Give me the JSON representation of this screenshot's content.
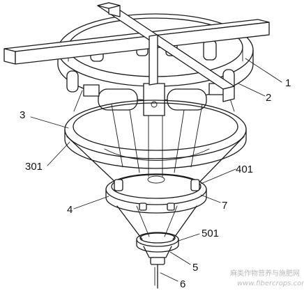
{
  "figure": {
    "part_labels": {
      "p1": "1",
      "p2": "2",
      "p3": "3",
      "p301": "301",
      "p401": "401",
      "p4": "4",
      "p7": "7",
      "p501": "501",
      "p5": "5",
      "p6": "6"
    },
    "watermark": {
      "site_name": "麻类作物营养与施肥网",
      "url": "www.fibercrops.com"
    },
    "colors": {
      "line": "#1a1a1a",
      "background": "#ffffff",
      "watermark": "#b9b9b9"
    }
  }
}
